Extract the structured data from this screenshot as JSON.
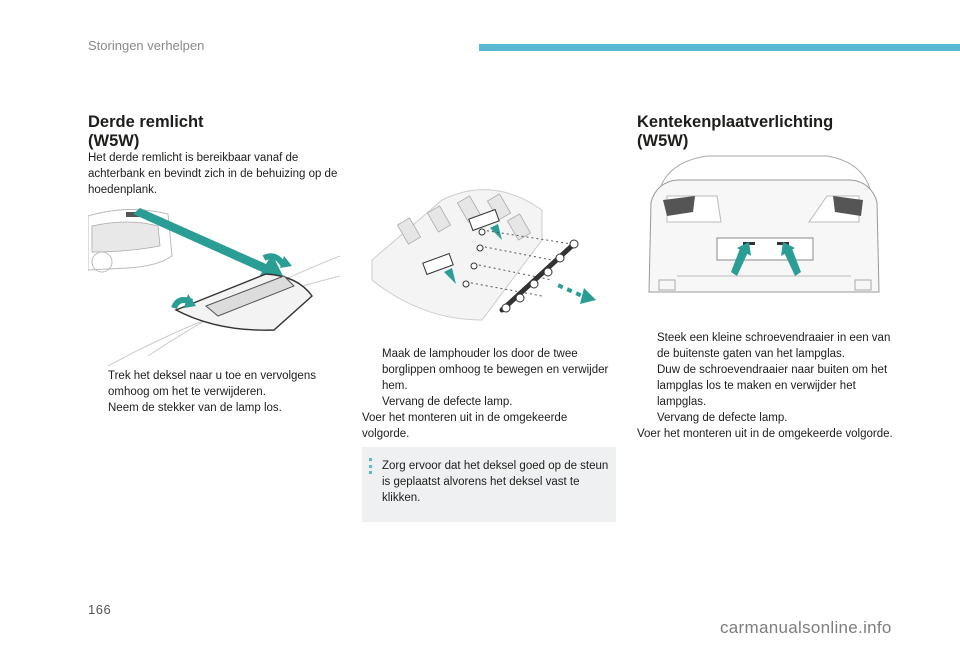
{
  "header": {
    "section_title": "Storingen verhelpen"
  },
  "left": {
    "title_line1": "Derde remlicht",
    "title_line2": "(W5W)",
    "intro": "Het derde remlicht is bereikbaar vanaf de achterbank en bevindt zich in de behuizing op de hoedenplank.",
    "steps": [
      "Trek het deksel naar u toe en vervolgens omhoog om het te verwijderen.",
      "Neem de stekker van de lamp los."
    ]
  },
  "middle": {
    "steps": [
      "Maak de lamphouder los door de twee borglippen omhoog te bewegen en verwijder hem.",
      "Vervang de defecte lamp."
    ],
    "reassembly": "Voer het monteren uit in de omgekeerde volgorde.",
    "note": "Zorg ervoor dat het deksel goed op de steun is geplaatst alvorens het deksel vast te klikken."
  },
  "right": {
    "title_line1": "Kentekenplaatverlichting",
    "title_line2": "(W5W)",
    "steps": [
      "Steek een kleine schroevendraaier in een van de buitenste gaten van het lampglas.",
      "Duw de schroevendraaier naar buiten om het lampglas los te maken en verwijder het lampglas.",
      "Vervang de defecte lamp."
    ],
    "reassembly": "Voer het monteren uit in de omgekeerde volgorde."
  },
  "bullet_glyph": "",
  "footer": {
    "page_number": "166",
    "watermark": "carmanualsonline.info"
  },
  "colors": {
    "accent": "#5ab9d2",
    "arrow": "#2a9d94",
    "note_bg": "#eef0f1"
  }
}
